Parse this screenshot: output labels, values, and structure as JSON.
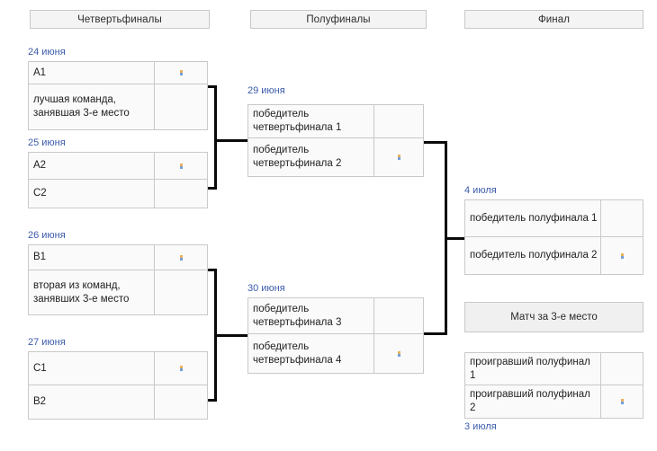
{
  "headers": [
    {
      "label": "Четвертьфиналы"
    },
    {
      "label": "Полуфиналы"
    },
    {
      "label": "Финал"
    }
  ],
  "third_place": {
    "pill_label": "Матч за 3-е место",
    "date": "3 июля",
    "rows": [
      {
        "team": "проигравший полуфинал 1",
        "score": ""
      },
      {
        "team": "проигравший полуфинал 2",
        "score": ""
      }
    ]
  },
  "quarterfinals": [
    {
      "date": "24 июня",
      "rows": [
        {
          "team": "A1",
          "score": ""
        },
        {
          "team": "лучшая команда, занявшая 3-е место",
          "score": ""
        }
      ]
    },
    {
      "date": "25 июня",
      "rows": [
        {
          "team": "A2",
          "score": ""
        },
        {
          "team": "C2",
          "score": ""
        }
      ]
    },
    {
      "date": "26 июня",
      "rows": [
        {
          "team": "B1",
          "score": ""
        },
        {
          "team": "вторая из команд, занявших 3-е место",
          "score": ""
        }
      ]
    },
    {
      "date": "27 июня",
      "rows": [
        {
          "team": "C1",
          "score": ""
        },
        {
          "team": "B2",
          "score": ""
        }
      ]
    }
  ],
  "semifinals": [
    {
      "date": "29 июня",
      "rows": [
        {
          "team": "победитель четвертьфинала 1",
          "score": ""
        },
        {
          "team": "победитель четвертьфинала 2",
          "score": ""
        }
      ]
    },
    {
      "date": "30 июня",
      "rows": [
        {
          "team": "победитель четвертьфинала 3",
          "score": ""
        },
        {
          "team": "победитель четвертьфинала 4",
          "score": ""
        }
      ]
    }
  ],
  "final": {
    "date": "4 июля",
    "rows": [
      {
        "team": "победитель полуфинала 1",
        "score": ""
      },
      {
        "team": "победитель полуфинала 2",
        "score": ""
      }
    ]
  },
  "colors": {
    "date_link": "#3b5bab",
    "cell_bg": "#fafafa",
    "cell_border": "#c9c9c9",
    "header_bg": "#f4f4f4",
    "connector": "#0a0a0a"
  }
}
